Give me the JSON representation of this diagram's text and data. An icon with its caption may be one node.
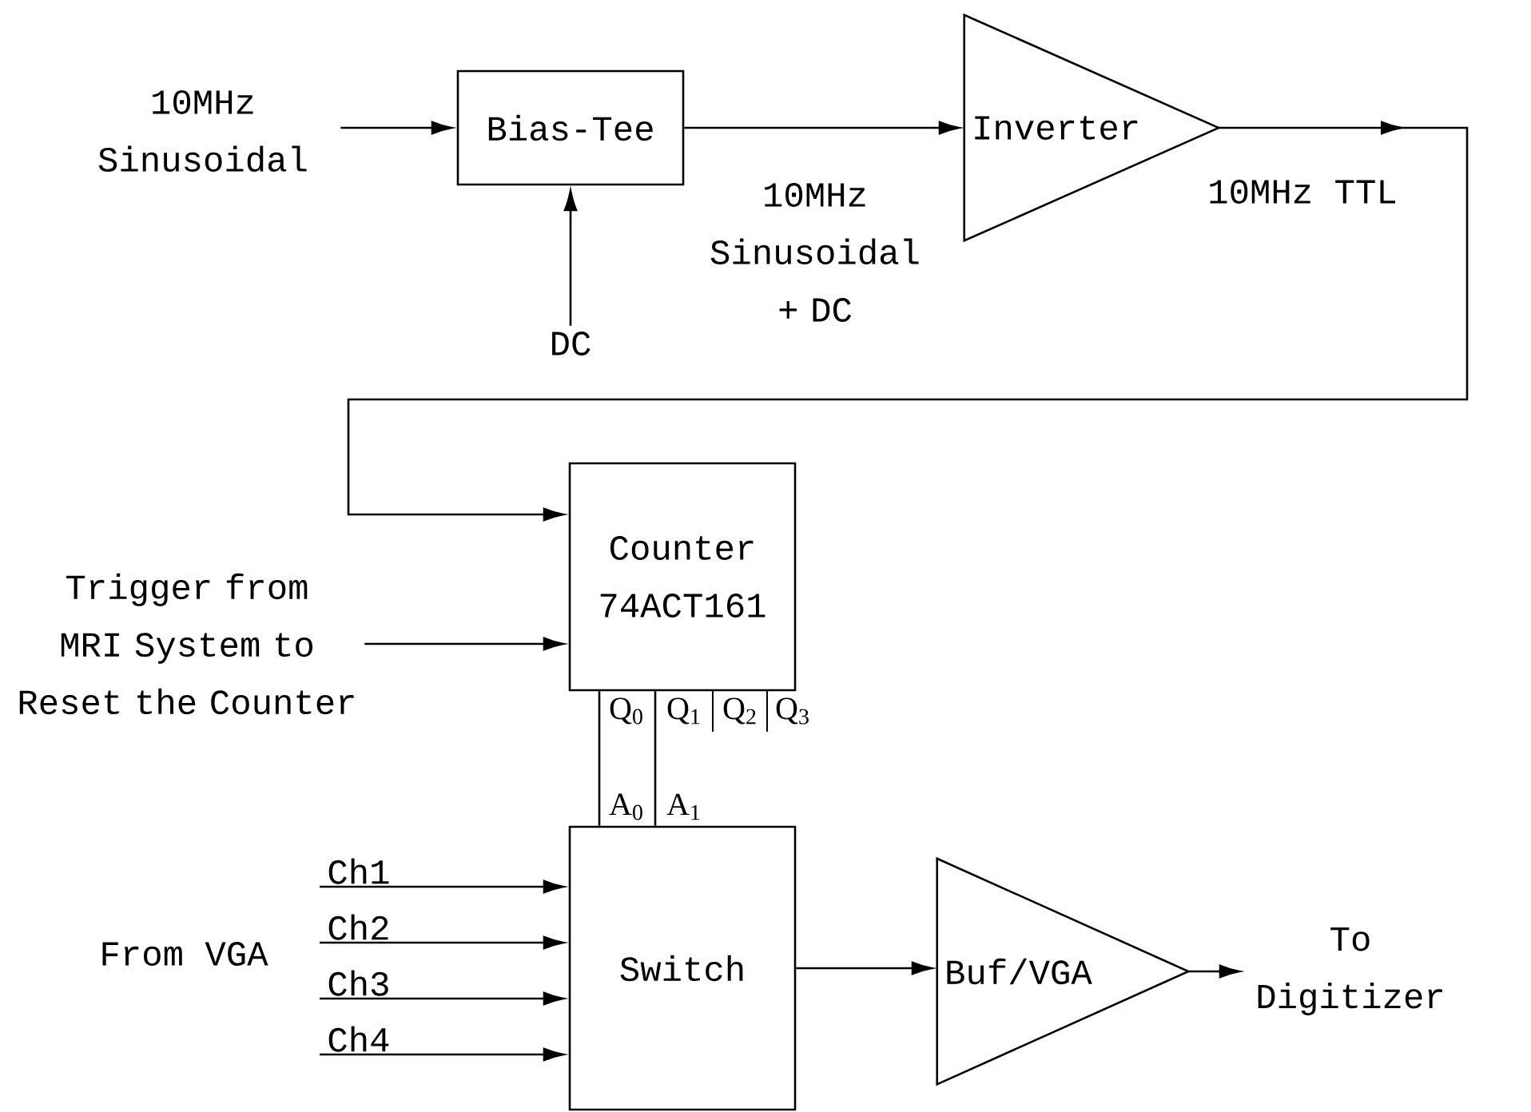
{
  "diagram": {
    "nodes": [
      {
        "text": [
          "10MHz Sinusoidal"
        ]
      },
      {
        "text": [
          "Bias-Tee"
        ]
      },
      {
        "text": [
          "DC"
        ]
      },
      {
        "text": [
          "Inverter"
        ]
      },
      {
        "text": [
          "Counter 74ACT161"
        ]
      },
      {
        "text": [
          "Trigger from MRI System to Reset the Counter"
        ]
      },
      {
        "text": [
          "Switch"
        ]
      },
      {
        "text": [
          "Buf/VGA"
        ]
      },
      {
        "text": [
          "To Digitizer"
        ]
      }
    ],
    "edges": [
      {
        "from": 0,
        "to": 1,
        "arrow": "to"
      },
      {
        "from": 2,
        "to": 1,
        "arrow": "to"
      },
      {
        "from": 1,
        "to": 3,
        "arrow": "to",
        "label": "10MHz Sinusoidal + DC"
      },
      {
        "from": 3,
        "to": 4,
        "arrow": "to",
        "label": "10MHz TTL"
      },
      {
        "from": 5,
        "to": 4,
        "arrow": "to"
      },
      {
        "from": 4,
        "to": 6,
        "arrow": "none"
      },
      {
        "from": 4,
        "to": 6,
        "arrow": "none"
      },
      {
        "from": null,
        "to": 6,
        "arrow": "to",
        "label": "Ch1"
      },
      {
        "from": null,
        "to": 6,
        "arrow": "to",
        "label": "Ch2"
      },
      {
        "from": null,
        "to": 6,
        "arrow": "to",
        "label": "Ch3"
      },
      {
        "from": null,
        "to": 6,
        "arrow": "to",
        "label": "Ch4"
      },
      {
        "from": 6,
        "to": 7,
        "arrow": "to"
      },
      {
        "from": 7,
        "to": 8,
        "arrow": "to"
      }
    ],
    "labels": [
      "Q$_{0}$",
      "Q$_{1}$",
      "Q$_{2}$",
      "Q$_{3}$",
      "A$_{0}$",
      "A$_{1}$",
      "From VGA"
    ]
  }
}
